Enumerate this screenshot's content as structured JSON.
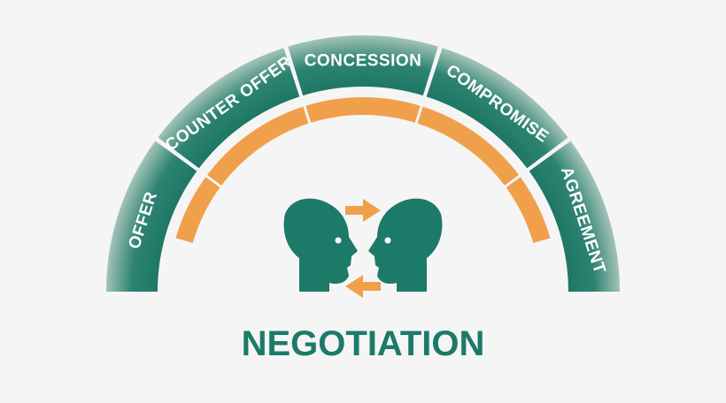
{
  "diagram": {
    "title": "NEGOTIATION",
    "segments": [
      {
        "label": "OFFER"
      },
      {
        "label": "COUNTER OFFER"
      },
      {
        "label": "CONCESSION"
      },
      {
        "label": "COMPROMISE"
      },
      {
        "label": "AGREEMENT"
      }
    ],
    "icons": [
      "head-profile-left-icon",
      "head-profile-right-icon",
      "arrow-right-icon",
      "arrow-left-icon"
    ],
    "colors": {
      "segment_dark": "#1b7563",
      "segment_light": "#a3c3b8",
      "inner_ring": "#f0a04b",
      "heads": "#1c7a68",
      "arrows": "#f0a04b",
      "title": "#1c7a68",
      "background": "#f5f5f5"
    }
  }
}
